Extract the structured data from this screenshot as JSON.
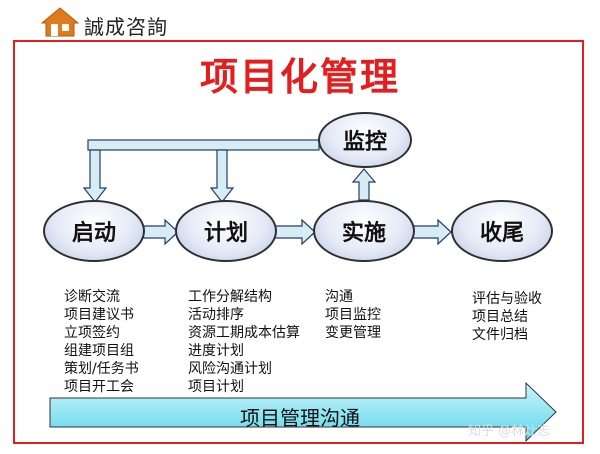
{
  "brand": {
    "name": "誠成咨詢",
    "color": "#e07a1f"
  },
  "title": "项目化管理",
  "colors": {
    "frame": "#e41e1e",
    "title": "#e41e1e",
    "arrow_fill": "#d8ecf4",
    "arrow_stroke": "#1f3f6e"
  },
  "nodes": {
    "initiate": "启动",
    "plan": "计划",
    "execute": "实施",
    "monitor": "监控",
    "close": "收尾"
  },
  "lists": {
    "initiate": [
      "诊断交流",
      "项目建议书",
      "立项签约",
      "组建项目组",
      "策划/任务书",
      "项目开工会"
    ],
    "plan": [
      "工作分解结构",
      "活动排序",
      "资源工期成本估算",
      "进度计划",
      "风险沟通计划",
      "项目计划"
    ],
    "execute": [
      "沟通",
      "项目监控",
      "变更管理"
    ],
    "close": [
      "评估与验收",
      "项目总结",
      "文件归档"
    ]
  },
  "communication": "项目管理沟通",
  "watermark": "知乎 @林灶志"
}
